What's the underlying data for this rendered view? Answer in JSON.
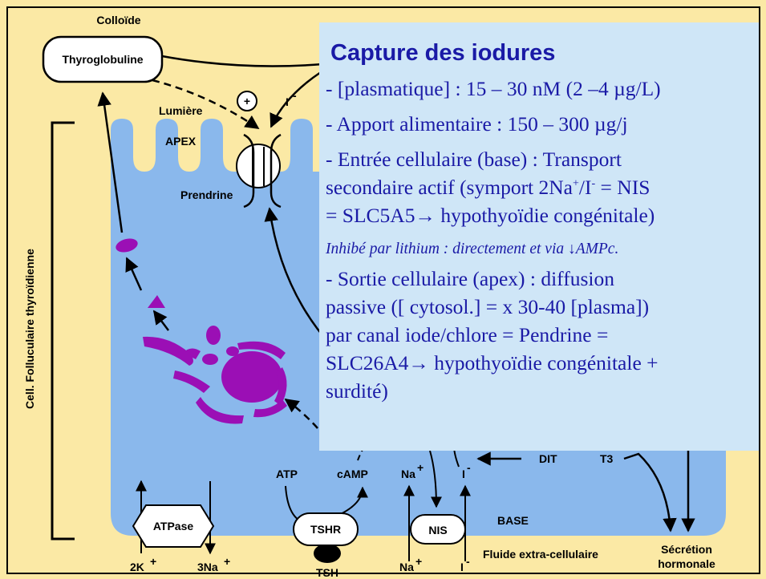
{
  "labels": {
    "colloide": "Colloïde",
    "thyroglobuline": "Thyroglobuline",
    "lumiere": "Lumière",
    "apex": "APEX",
    "pendrine": "Prendrine",
    "iodide_top": "I",
    "cell_label": "Cell. Folluculaire thyroïdienne",
    "atpase": "ATPase",
    "k": "2K",
    "na3": "3Na",
    "atp": "ATP",
    "camp": "cAMP",
    "tshr": "TSHR",
    "tsh": "TSH",
    "na_in": "Na",
    "na_bottom": "Na",
    "nis": "NIS",
    "i_mid": "I",
    "i_bottom": "I",
    "dit": "DIT",
    "t3": "T3",
    "base": "BASE",
    "fluide": "Fluide extra-cellulaire",
    "secretion_1": "Sécrétion",
    "secretion_2": "hormonale",
    "plus": "+",
    "minus_sup": "-",
    "plus_sup": "+"
  },
  "info": {
    "title": "Capture des iodures",
    "line1": "- [plasmatique] : 15 – 30 nM (2 –4 µg/L)",
    "line2": "- Apport alimentaire : 150 – 300 µg/j",
    "line3a": "- Entrée cellulaire (base) : Transport",
    "line3b_pre": "secondaire actif (symport 2Na",
    "line3b_mid": "/I",
    "line3b_post": " = NIS",
    "line3c": "= SLC5A5→ hypothyoïdie congénitale)",
    "line4": "Inhibé par lithium : directement et via ↓AMPc.",
    "line5a": "- Sortie cellulaire (apex) : diffusion",
    "line5b": "passive ([ cytosol.] = x 30-40 [plasma])",
    "line5c": "par canal iode/chlore = Pendrine  =",
    "line5d": "SLC26A4→ hypothyoïdie congénitale +",
    "line5e": "surdité)"
  },
  "colors": {
    "background": "#fbe9a5",
    "cell": "#8ab8ec",
    "organelle": "#9b0fb5",
    "info_box": "#cfe6f7",
    "info_text": "#1a1aa6"
  }
}
